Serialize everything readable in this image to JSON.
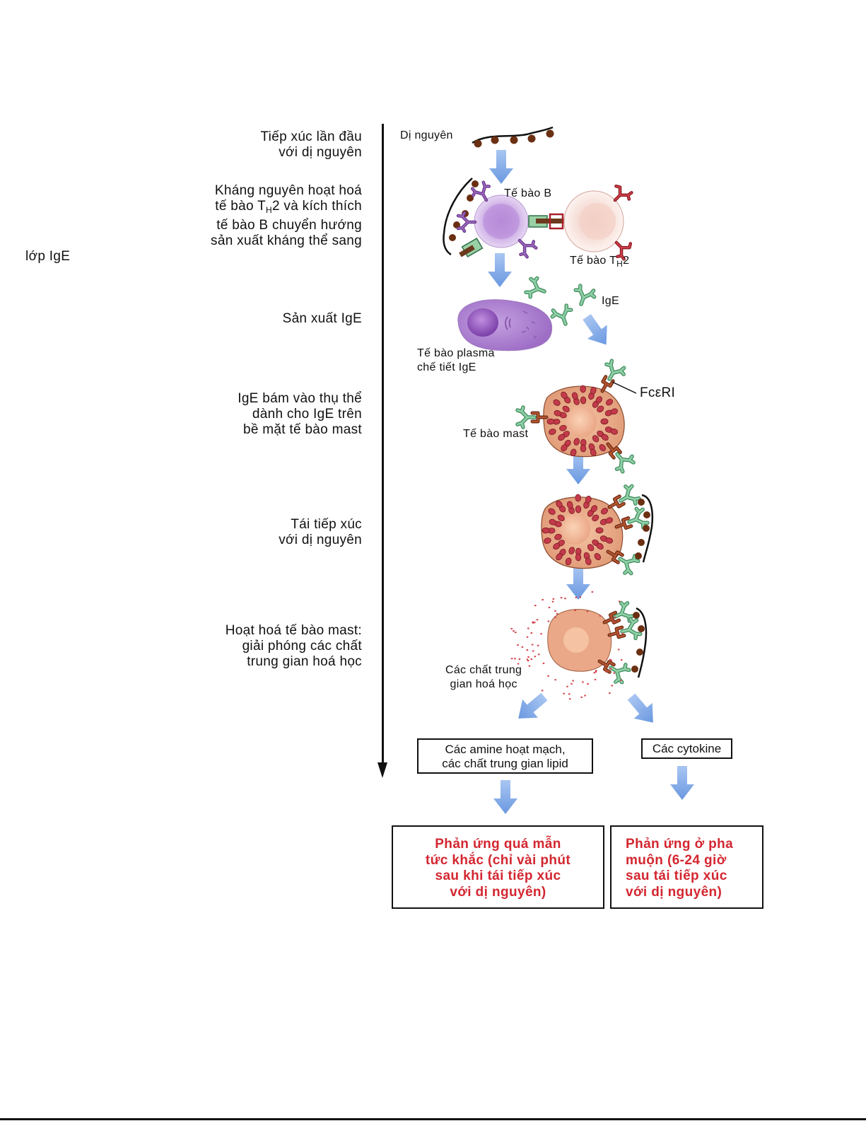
{
  "steps": [
    {
      "line1": "Tiếp xúc lần đầu",
      "line2": "với dị nguyên"
    },
    {
      "line1": "Kháng nguyên hoạt hoá",
      "line2a": "tế bào T",
      "line2sub": "H",
      "line2b": "2 và kích thích",
      "line3": "tế bào B chuyển hướng",
      "line4": "sản xuất kháng thể sang",
      "line5": "lớp IgE"
    },
    {
      "line1": "Sản xuất IgE"
    },
    {
      "line1": "IgE bám vào thụ thể",
      "line2": "dành cho IgE trên",
      "line3": "bề mặt tế bào mast"
    },
    {
      "line1": "Tái tiếp xúc",
      "line2": "với dị nguyên"
    },
    {
      "line1": "Hoạt hoá tế bào mast:",
      "line2": "giải phóng các chất",
      "line3": "trung gian hoá học"
    }
  ],
  "labels": {
    "allergen": "Dị nguyên",
    "b_cell": "Tế bào B",
    "th2_a": "Tế bào T",
    "th2_sub": "H",
    "th2_b": "2",
    "ige": "IgE",
    "plasma_1": "Tế bào plasma",
    "plasma_2": "chế tiết IgE",
    "receptor": "FcεRI",
    "mast_cell": "Tế bào mast",
    "mediators_1": "Các chất trung",
    "mediators_2": "gian hoá học"
  },
  "boxes": {
    "amines_1": "Các amine hoạt mạch,",
    "amines_2": "các chất trung gian lipid",
    "cytokines": "Các cytokine"
  },
  "outcomes": {
    "immediate": [
      "Phản ứng quá mẫn",
      "tức khắc (chỉ vài phút",
      "sau khi tái tiếp xúc",
      "với dị nguyên)"
    ],
    "late": [
      "Phản ứng ở pha",
      "muộn (6-24 giờ",
      "sau tái tiếp xúc",
      "với dị nguyên)"
    ]
  },
  "colors": {
    "arrow": "#7aa6e6",
    "outcome_text": "#d32630",
    "ige": "#7fc49a",
    "b_cell": "#c8a6e0",
    "plasma_cell": "#a274c9",
    "th2_cell": "#f6d6cf",
    "mast_cell": "#e8a684",
    "granule": "#c33a4a",
    "allergen_dot": "#6b2f12"
  }
}
